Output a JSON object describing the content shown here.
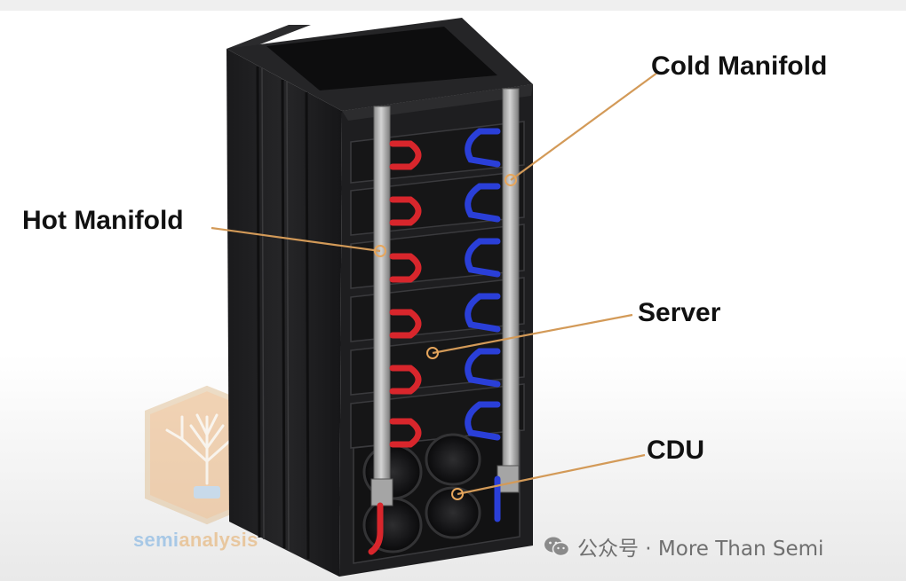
{
  "labels": {
    "cold_manifold": "Cold Manifold",
    "hot_manifold": "Hot Manifold",
    "server": "Server",
    "cdu": "CDU"
  },
  "watermark": {
    "part1": "semi",
    "part2": "analysis"
  },
  "credit": {
    "text": "公众号 · More Than Semi",
    "icon": "wechat-icon"
  },
  "colors": {
    "leader_line": "#d39a58",
    "hot_pipe": "#d8262c",
    "cold_pipe": "#2a3fd8",
    "rack": "#1c1c1e"
  }
}
